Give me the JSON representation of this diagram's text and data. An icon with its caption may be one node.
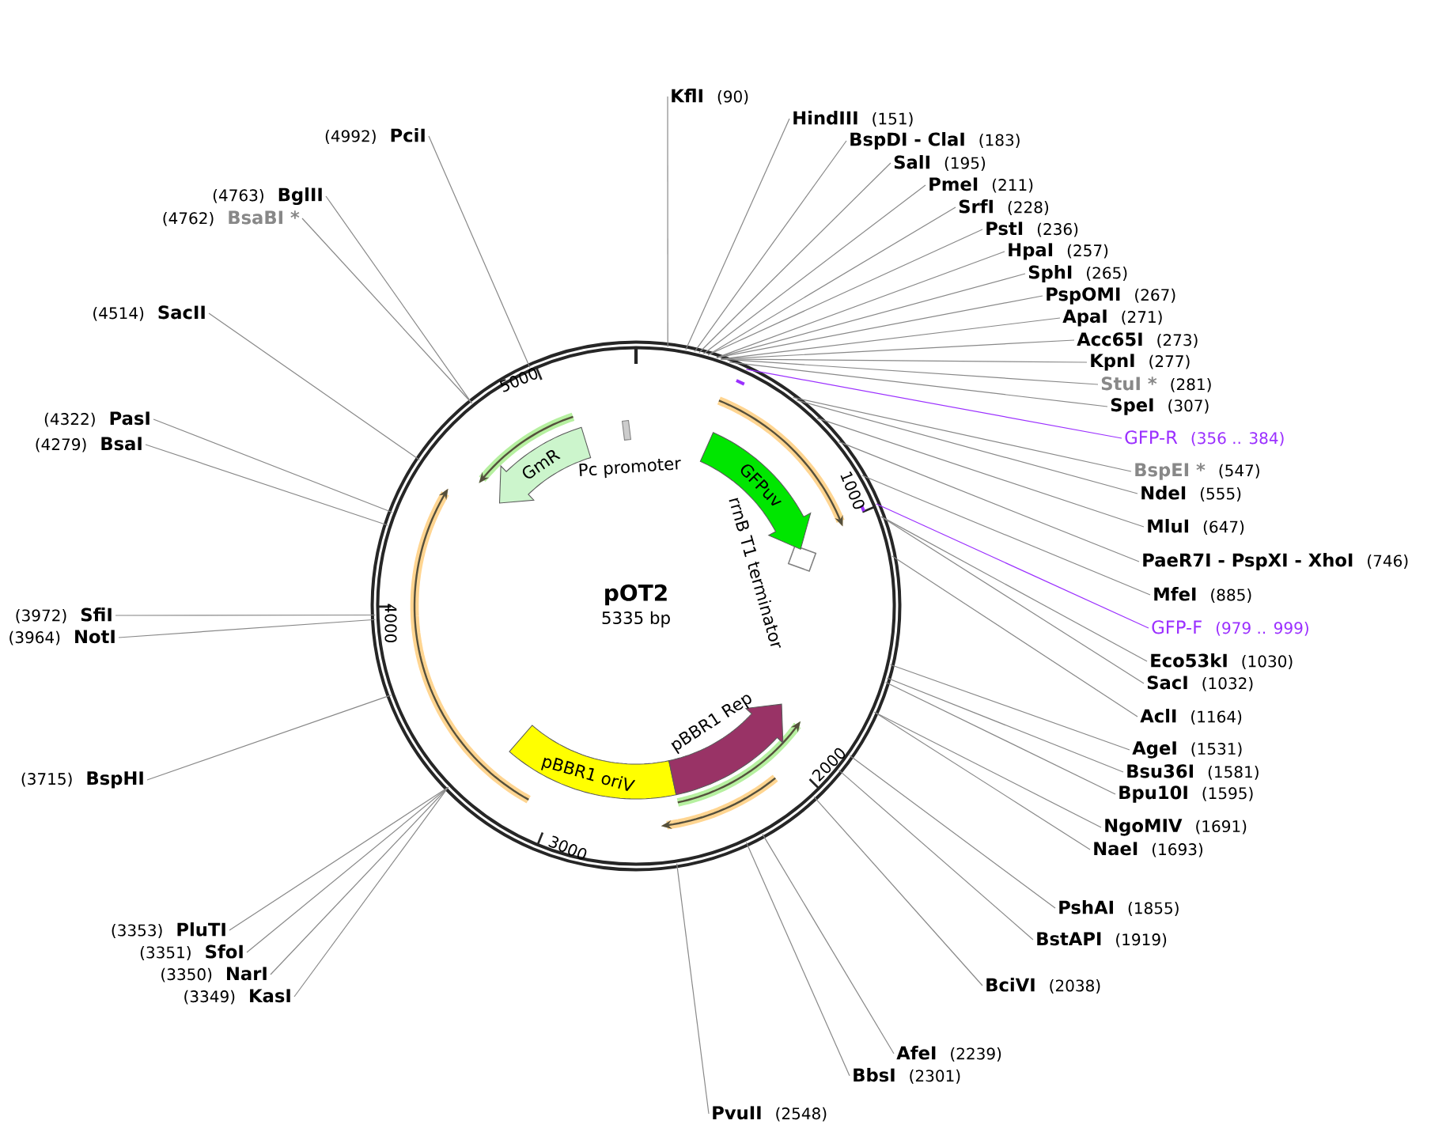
{
  "diagram": {
    "nodes": [
      {
        "text": [
          "pOT2",
          "5335 bp"
        ]
      },
      {
        "text": [
          "GFPuv"
        ],
        "in": 0
      },
      {
        "text": [
          "GmR"
        ],
        "in": 0
      },
      {
        "text": [
          "pBBR1 oriV"
        ],
        "in": 0
      },
      {
        "text": [
          "pBBR1 Rep"
        ],
        "in": 0
      },
      {
        "text": [
          "KflI",
          "(90)"
        ]
      },
      {
        "text": [
          "HindIII",
          "(151)"
        ]
      },
      {
        "text": [
          "BspDI - ClaI",
          "(183)"
        ]
      },
      {
        "text": [
          "SalI",
          "(195)"
        ]
      },
      {
        "text": [
          "PmeI",
          "(211)"
        ]
      },
      {
        "text": [
          "SrfI",
          "(228)"
        ]
      },
      {
        "text": [
          "PstI",
          "(236)"
        ]
      },
      {
        "text": [
          "HpaI",
          "(257)"
        ]
      },
      {
        "text": [
          "SphI",
          "(265)"
        ]
      },
      {
        "text": [
          "PspOMI",
          "(267)"
        ]
      },
      {
        "text": [
          "ApaI",
          "(271)"
        ]
      },
      {
        "text": [
          "Acc65I",
          "(273)"
        ]
      },
      {
        "text": [
          "KpnI",
          "(277)"
        ]
      },
      {
        "text": [
          "StuI *",
          "(281)"
        ]
      },
      {
        "text": [
          "SpeI",
          "(307)"
        ]
      },
      {
        "text": [
          "GFP-R",
          "(356 .. 384)"
        ]
      },
      {
        "text": [
          "BspEI *",
          "(547)"
        ]
      },
      {
        "text": [
          "NdeI",
          "(555)"
        ]
      },
      {
        "text": [
          "MluI",
          "(647)"
        ]
      },
      {
        "text": [
          "PaeR7I - PspXI - XhoI",
          "(746)"
        ]
      },
      {
        "text": [
          "MfeI",
          "(885)"
        ]
      },
      {
        "text": [
          "GFP-F",
          "(979 .. 999)"
        ]
      },
      {
        "text": [
          "Eco53kI",
          "(1030)"
        ]
      },
      {
        "text": [
          "SacI",
          "(1032)"
        ]
      },
      {
        "text": [
          "AclI",
          "(1164)"
        ]
      },
      {
        "text": [
          "AgeI",
          "(1531)"
        ]
      },
      {
        "text": [
          "Bsu36I",
          "(1581)"
        ]
      },
      {
        "text": [
          "Bpu10I",
          "(1595)"
        ]
      },
      {
        "text": [
          "NgoMIV",
          "(1691)"
        ]
      },
      {
        "text": [
          "NaeI",
          "(1693)"
        ]
      },
      {
        "text": [
          "PshAI",
          "(1855)"
        ]
      },
      {
        "text": [
          "BstAPI",
          "(1919)"
        ]
      },
      {
        "text": [
          "BciVI",
          "(2038)"
        ]
      },
      {
        "text": [
          "AfeI",
          "(2239)"
        ]
      },
      {
        "text": [
          "BbsI",
          "(2301)"
        ]
      },
      {
        "text": [
          "PvuII",
          "(2548)"
        ]
      },
      {
        "text": [
          "(3349)",
          "KasI"
        ]
      },
      {
        "text": [
          "(3350)",
          "NarI"
        ]
      },
      {
        "text": [
          "(3351)",
          "SfoI"
        ]
      },
      {
        "text": [
          "(3353)",
          "PluTI"
        ]
      },
      {
        "text": [
          "(3715)",
          "BspHI"
        ]
      },
      {
        "text": [
          "(3964)",
          "NotI"
        ]
      },
      {
        "text": [
          "(3972)",
          "SfiI"
        ]
      },
      {
        "text": [
          "(4279)",
          "BsaI"
        ]
      },
      {
        "text": [
          "(4322)",
          "PasI"
        ]
      },
      {
        "text": [
          "(4514)",
          "SacII"
        ]
      },
      {
        "text": [
          "(4762)",
          "BsaBI *"
        ]
      },
      {
        "text": [
          "(4763)",
          "BglII"
        ]
      },
      {
        "text": [
          "(4992)",
          "PciI"
        ]
      }
    ],
    "edges": [
      {
        "from": 5,
        "to": 0,
        "arrow": "none"
      },
      {
        "from": 6,
        "to": 0,
        "arrow": "none"
      },
      {
        "from": 7,
        "to": 0,
        "arrow": "none"
      },
      {
        "from": 8,
        "to": 0,
        "arrow": "none"
      },
      {
        "from": 9,
        "to": 0,
        "arrow": "none"
      },
      {
        "from": 10,
        "to": 0,
        "arrow": "none"
      },
      {
        "from": 11,
        "to": 0,
        "arrow": "none"
      },
      {
        "from": 12,
        "to": 0,
        "arrow": "none"
      },
      {
        "from": 13,
        "to": 0,
        "arrow": "none"
      },
      {
        "from": 14,
        "to": 0,
        "arrow": "none"
      },
      {
        "from": 15,
        "to": 0,
        "arrow": "none"
      },
      {
        "from": 16,
        "to": 0,
        "arrow": "none"
      },
      {
        "from": 17,
        "to": 0,
        "arrow": "none"
      },
      {
        "from": 18,
        "to": 0,
        "arrow": "none"
      },
      {
        "from": 19,
        "to": 0,
        "arrow": "none"
      },
      {
        "from": 20,
        "to": 0,
        "arrow": "none",
        "color": "#9b30ff"
      },
      {
        "from": 21,
        "to": 0,
        "arrow": "none"
      },
      {
        "from": 22,
        "to": 0,
        "arrow": "none"
      },
      {
        "from": 23,
        "to": 0,
        "arrow": "none"
      },
      {
        "from": 24,
        "to": 0,
        "arrow": "none"
      },
      {
        "from": 25,
        "to": 0,
        "arrow": "none"
      },
      {
        "from": 26,
        "to": 0,
        "arrow": "none",
        "color": "#9b30ff"
      },
      {
        "from": 27,
        "to": 0,
        "arrow": "none"
      },
      {
        "from": 28,
        "to": 0,
        "arrow": "none"
      },
      {
        "from": 29,
        "to": 0,
        "arrow": "none"
      },
      {
        "from": 30,
        "to": 0,
        "arrow": "none"
      },
      {
        "from": 31,
        "to": 0,
        "arrow": "none"
      },
      {
        "from": 32,
        "to": 0,
        "arrow": "none"
      },
      {
        "from": 33,
        "to": 0,
        "arrow": "none"
      },
      {
        "from": 34,
        "to": 0,
        "arrow": "none"
      },
      {
        "from": 35,
        "to": 0,
        "arrow": "none"
      },
      {
        "from": 36,
        "to": 0,
        "arrow": "none"
      },
      {
        "from": 37,
        "to": 0,
        "arrow": "none"
      },
      {
        "from": 38,
        "to": 0,
        "arrow": "none"
      },
      {
        "from": 39,
        "to": 0,
        "arrow": "none"
      },
      {
        "from": 40,
        "to": 0,
        "arrow": "none"
      },
      {
        "from": 41,
        "to": 0,
        "arrow": "none"
      },
      {
        "from": 42,
        "to": 0,
        "arrow": "none"
      },
      {
        "from": 43,
        "to": 0,
        "arrow": "none"
      },
      {
        "from": 44,
        "to": 0,
        "arrow": "none"
      },
      {
        "from": 45,
        "to": 0,
        "arrow": "none"
      },
      {
        "from": 46,
        "to": 0,
        "arrow": "none"
      },
      {
        "from": 47,
        "to": 0,
        "arrow": "none"
      },
      {
        "from": 48,
        "to": 0,
        "arrow": "none"
      },
      {
        "from": 49,
        "to": 0,
        "arrow": "none"
      },
      {
        "from": 50,
        "to": 0,
        "arrow": "none"
      },
      {
        "from": 51,
        "to": 0,
        "arrow": "none"
      },
      {
        "from": 52,
        "to": 0,
        "arrow": "none"
      },
      {
        "from": 53,
        "to": 0,
        "arrow": "none"
      }
    ],
    "labels": [
      "Pc promoter",
      "rrnB T1 terminator",
      "1000",
      "2000",
      "3000",
      "4000",
      "5000"
    ]
  }
}
